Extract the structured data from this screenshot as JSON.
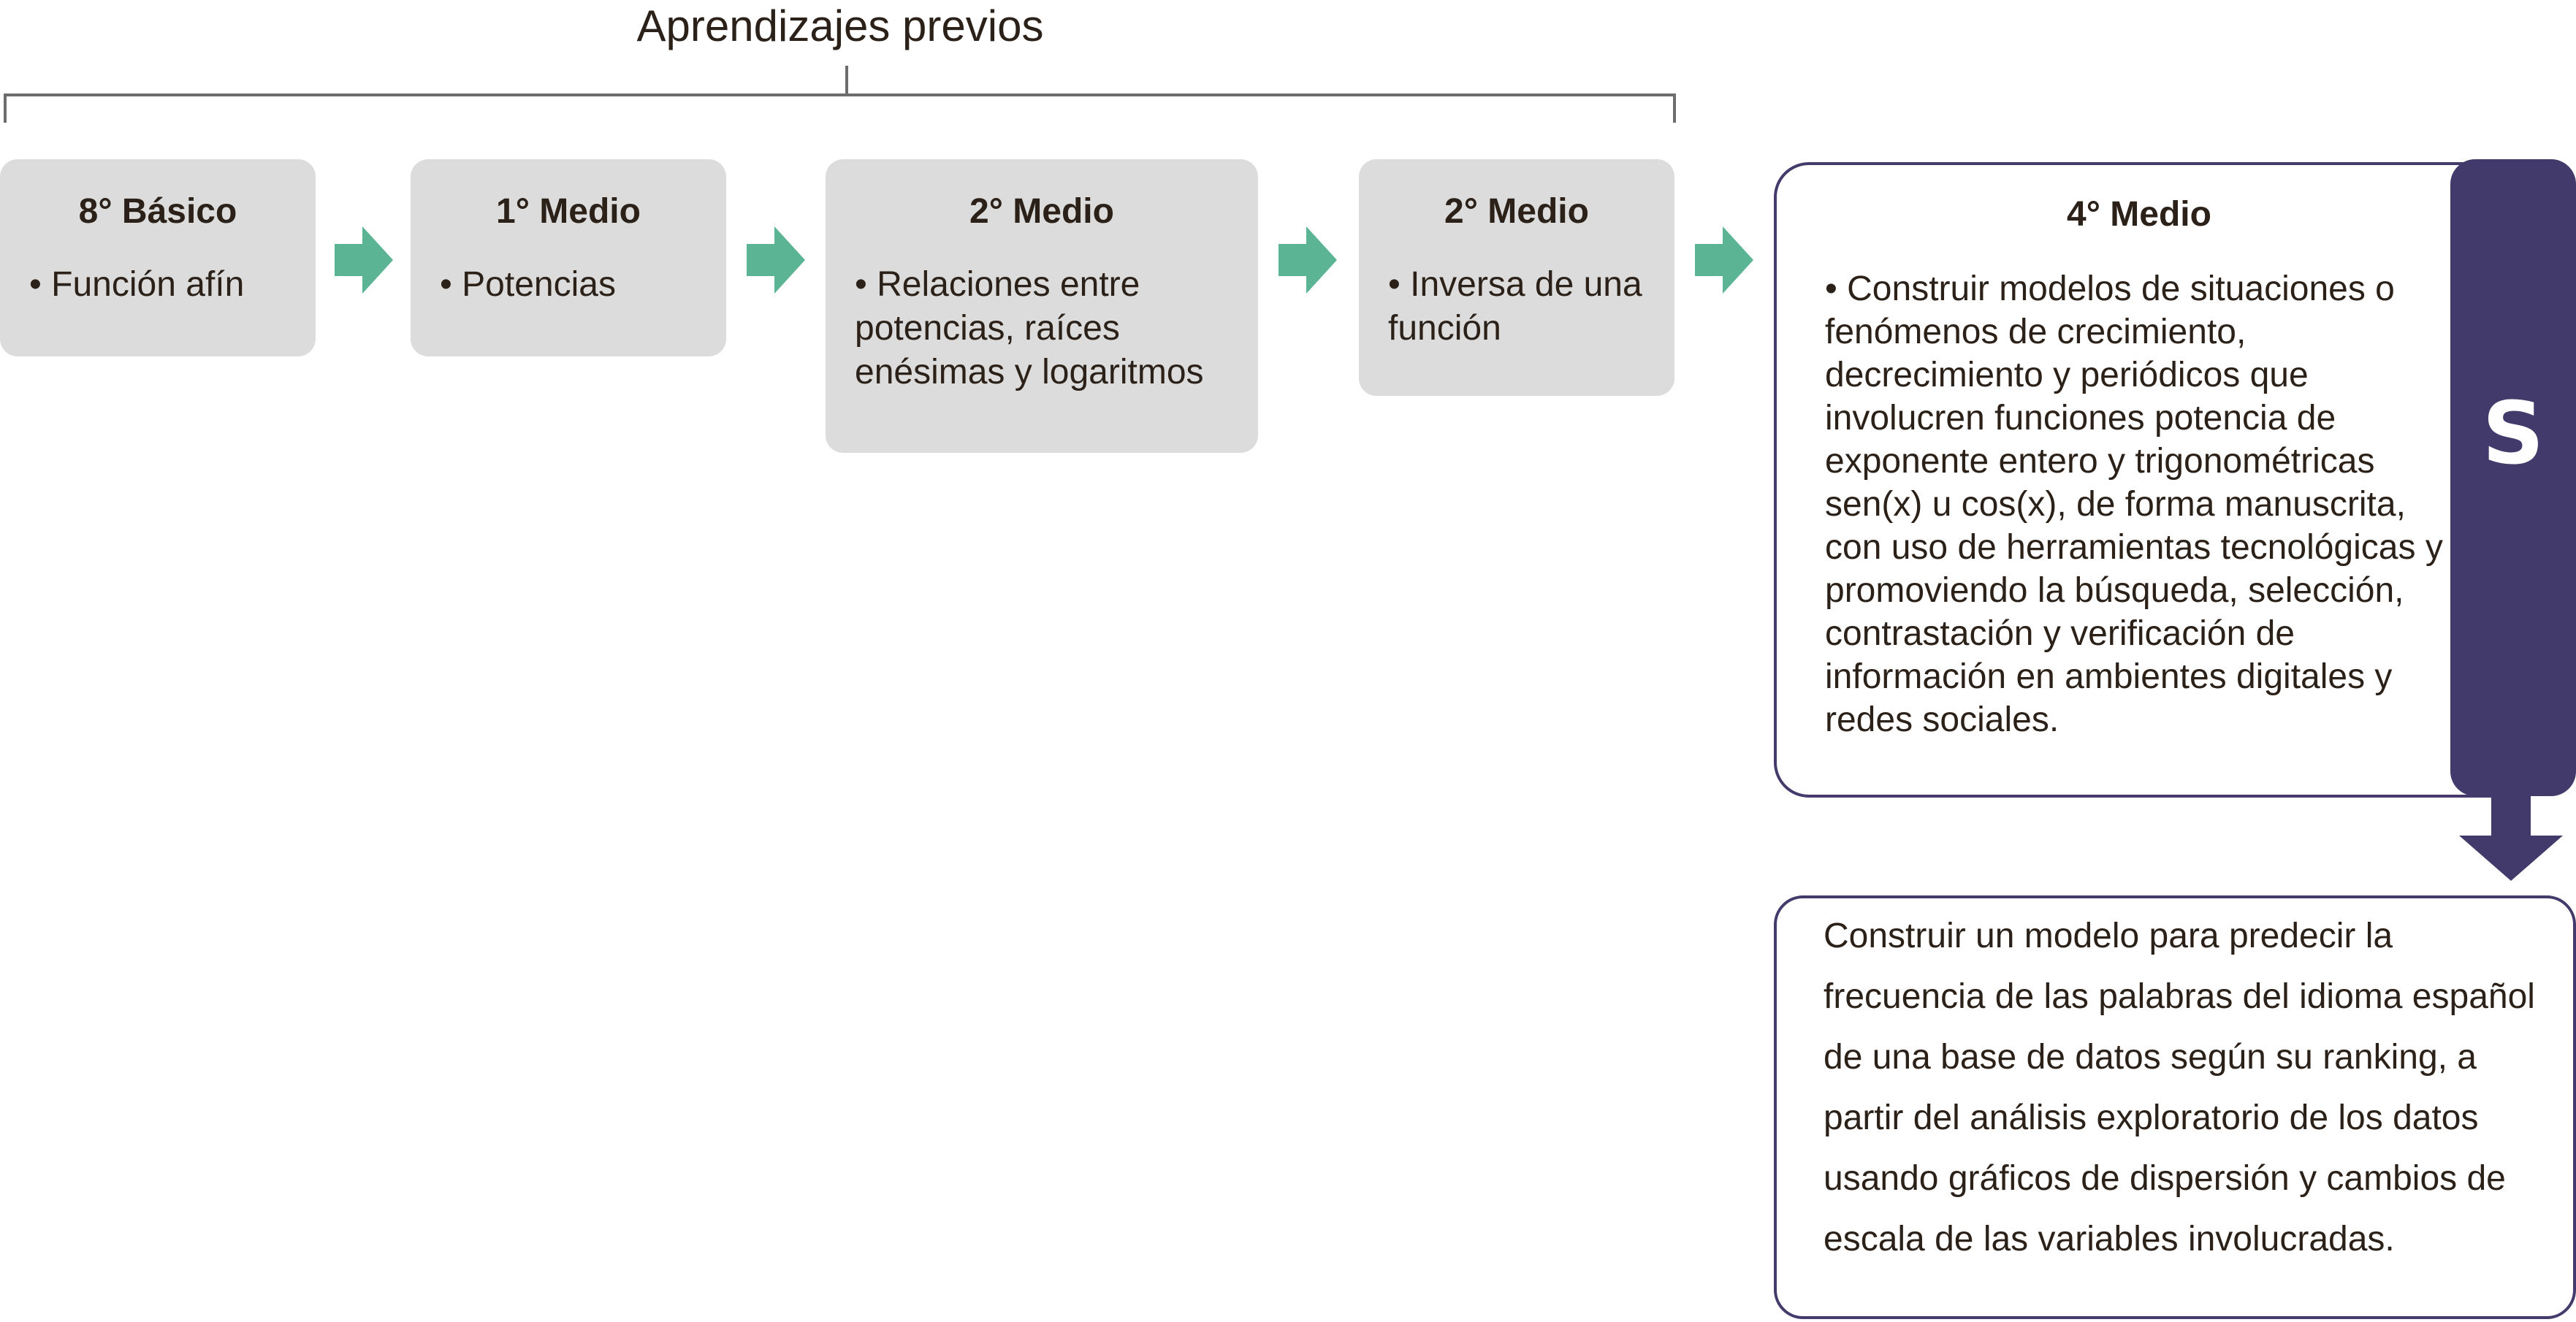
{
  "header": {
    "title": "Aprendizajes previos"
  },
  "steps": [
    {
      "title": "8° Básico",
      "items": [
        "Función afín"
      ]
    },
    {
      "title": "1° Medio",
      "items": [
        "Potencias"
      ]
    },
    {
      "title": "2° Medio",
      "items": [
        "Relaciones entre potencias, raíces enésimas y logaritmos"
      ]
    },
    {
      "title": "2° Medio",
      "items": [
        "Inversa de una función"
      ]
    }
  ],
  "goal": {
    "title": "4° Medio",
    "items": [
      "Construir modelos de situaciones o fenómenos de crecimiento, decrecimiento y periódicos que involucren funciones potencia de exponente entero y trigonométricas sen(x) u cos(x), de forma manuscrita, con uso de herramientas tecnológicas y promoviendo la búsqueda, selección, contrastación y verificación de información en ambientes digitales y redes sociales."
    ],
    "band_letter": "S"
  },
  "task": {
    "text": "Construir un modelo para predecir la frecuencia de las palabras del idioma español de una base de datos según su ranking, a partir del análisis exploratorio de los datos usando gráficos de dispersión y cambios de escala de las variables involucradas."
  },
  "colors": {
    "step_fill": "#dcdcdc",
    "arrow_green": "#5bb594",
    "accent_purple": "#433a6c",
    "text_dark": "#2b2119",
    "bracket_gray": "#6d6d6d"
  }
}
